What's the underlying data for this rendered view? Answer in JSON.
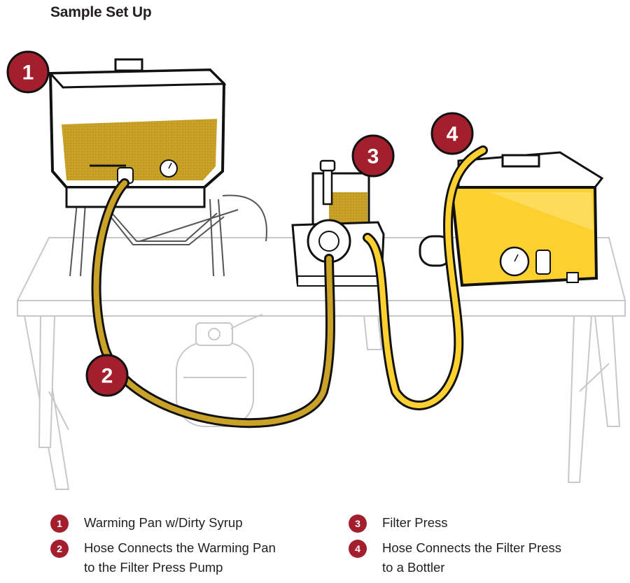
{
  "title": "Sample Set Up",
  "badges": [
    "1",
    "2",
    "3",
    "4"
  ],
  "legend": [
    {
      "num": "1",
      "text": "Warming Pan w/Dirty Syrup"
    },
    {
      "num": "2",
      "text": "Hose Connects the Warming Pan\nto the Filter Press Pump"
    },
    {
      "num": "3",
      "text": "Filter Press"
    },
    {
      "num": "4",
      "text": "Hose Connects the Filter Press\nto a Bottler"
    }
  ],
  "colors": {
    "badge": "#a31f2d",
    "syrup_dirty": "#c9a227",
    "syrup_clean": "#fcd02f",
    "outline": "#1a1a1a",
    "table": "#cfcfcf"
  }
}
